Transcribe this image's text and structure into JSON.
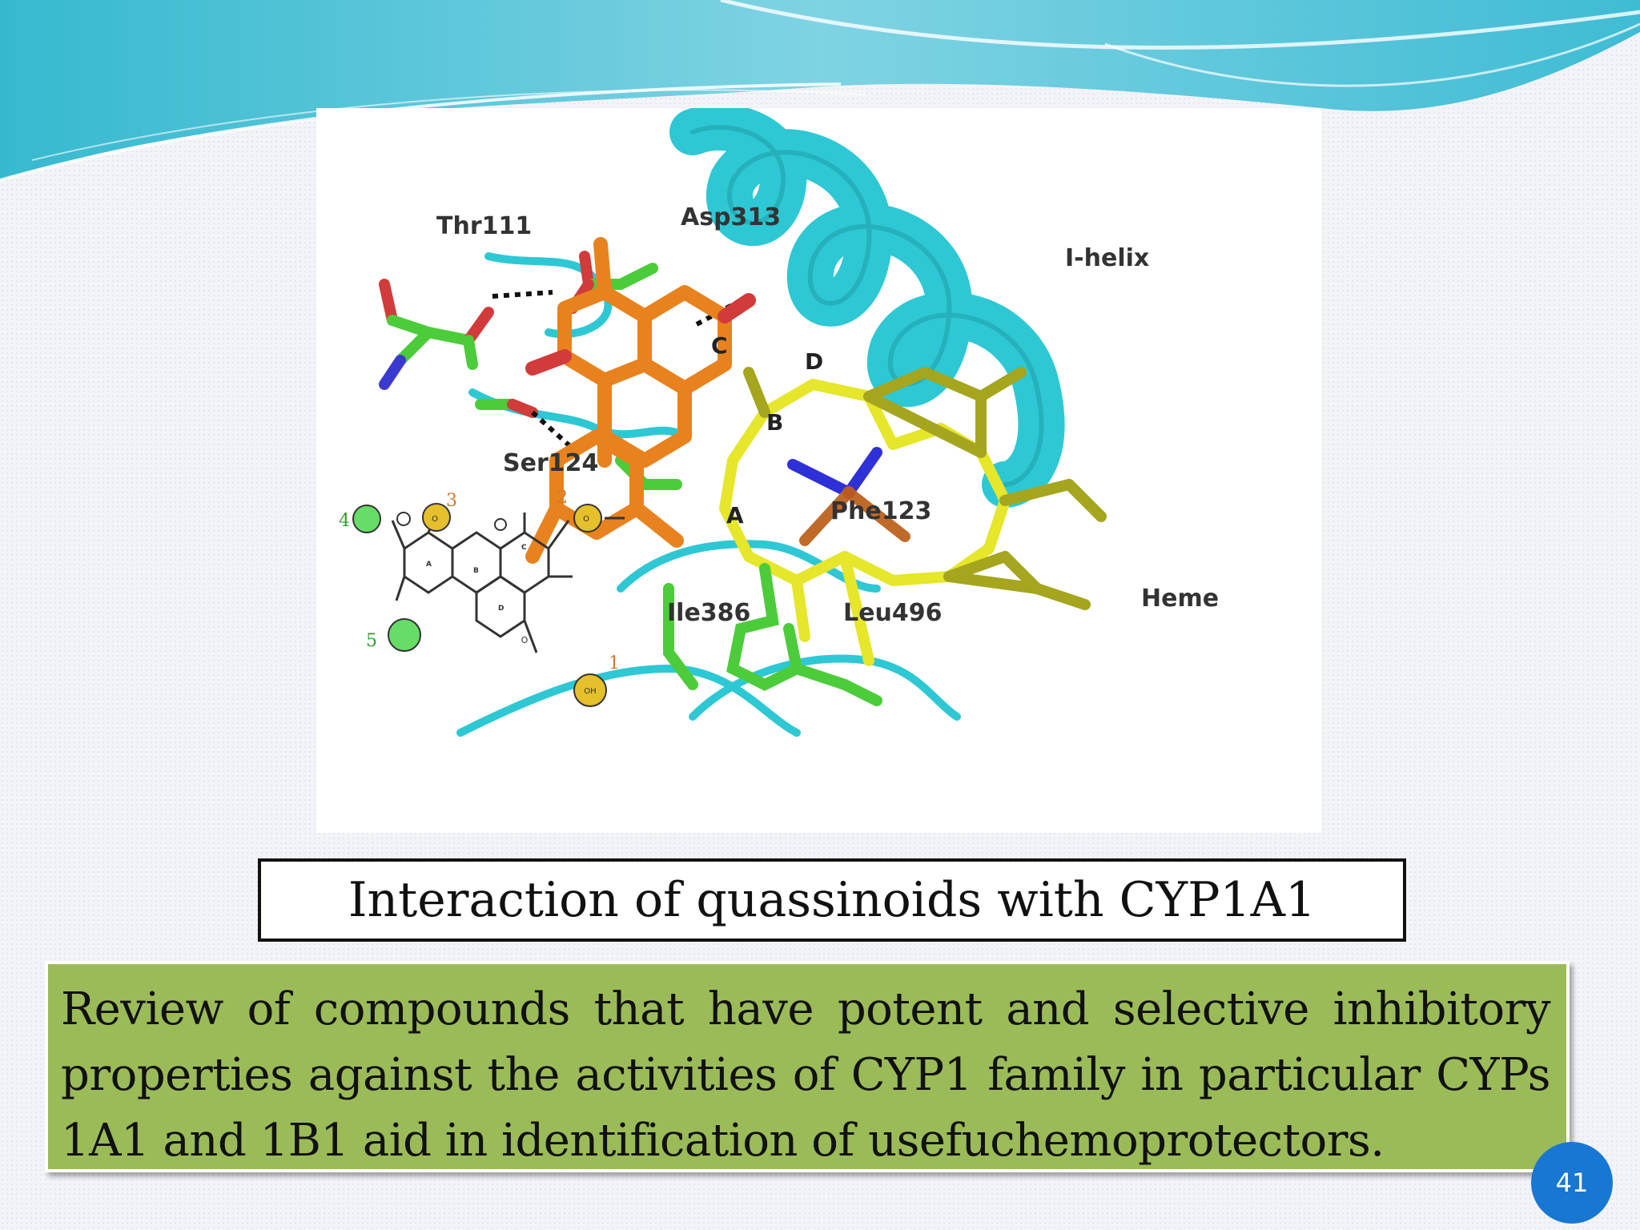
{
  "slide": {
    "caption": "Interaction of quassinoids with CYP1A1",
    "summary": "Review of compounds that have potent and selective inhibitory properties against the activities of CYP1 family in particular CYPs 1A1 and 1B1 aid in identification of usefuchemoprotectors.",
    "page_number": "41"
  },
  "figure": {
    "labels": {
      "thr111": "Thr111",
      "asp313": "Asp313",
      "i_helix": "I-helix",
      "ser124": "Ser124",
      "phe123": "Phe123",
      "heme": "Heme",
      "ile386": "Ile386",
      "leu496": "Leu496"
    },
    "rings": {
      "a": "A",
      "b": "B",
      "c": "C",
      "d": "D"
    },
    "scheme": {
      "ring_labels": {
        "a": "A",
        "b": "B",
        "c": "C",
        "d": "D"
      },
      "site_numbers": {
        "n1": "1",
        "n2": "2",
        "n3": "3",
        "n4": "4",
        "n5": "5"
      },
      "atoms": {
        "o": "O",
        "oh": "OH"
      }
    }
  },
  "colors": {
    "helix": "#2ec8d4",
    "ligand": "#e8821e",
    "residue": "#4ccc3a",
    "heme": "#e6e62a",
    "heme_dark": "#a5a51e",
    "panel_green": "#9bbb59",
    "page_badge": "#1877d3"
  }
}
